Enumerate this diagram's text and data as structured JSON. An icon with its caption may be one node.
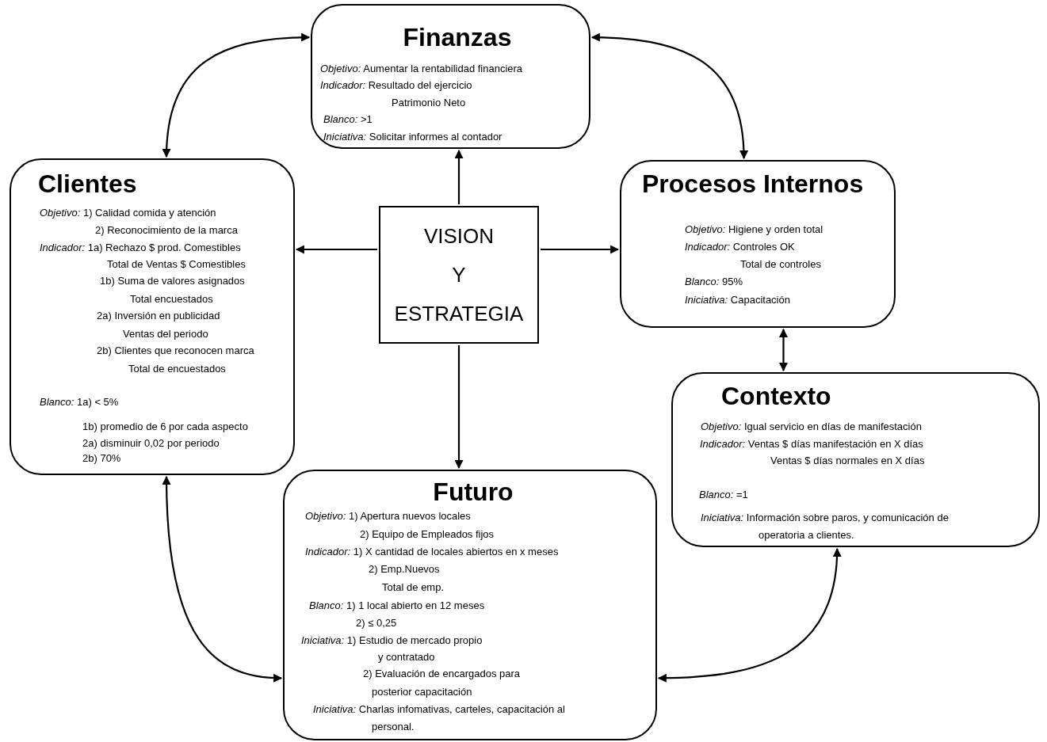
{
  "diagram": {
    "nodes": [
      {
        "text": [
          "Finanzas",
          "*Objetivo:* Aumentar la rentabilidad financiera",
          "*Indicador:* Resultado del ejercicio",
          "Patrimonio Neto",
          "*Blanco:* >1",
          "*Iniciativa:* Solicitar informes al contador"
        ]
      },
      {
        "text": [
          "Clientes",
          "*Objetivo:* 1) Calidad comida y atención",
          "2) Reconocimiento de la marca",
          "*Indicador:* 1a) Rechazo $ prod. Comestibles",
          "Total de Ventas $ Comestibles",
          "1b) Suma de valores asignados",
          "Total encuestados",
          "2a) Inversión en publicidad",
          "Ventas del periodo",
          "2b) Clientes que reconocen marca",
          "Total de encuestados",
          "*Blanco:* 1a) < 5%",
          "1b) promedio de 6 por cada aspecto",
          "2a) disminuir 0,02 por periodo",
          "2b) 70%"
        ]
      },
      {
        "text": [
          "VISION",
          "Y",
          "ESTRATEGIA"
        ]
      },
      {
        "text": [
          "Procesos Internos",
          "*Objetivo:* Higiene y orden total",
          "*Indicador:* Controles OK",
          "Total de controles",
          "*Blanco:* 95%",
          "*Iniciativa:* Capacitación"
        ]
      },
      {
        "text": [
          "Contexto",
          "*Objetivo:* Igual servicio en días de manifestación",
          "*Indicador:* Ventas $ días manifestación en X días",
          "Ventas $ días normales en X días",
          "*Blanco:* =1",
          "*Iniciativa:* Información sobre paros, y comunicación de",
          "operatoria a clientes."
        ]
      },
      {
        "text": [
          "Futuro",
          "*Objetivo:* 1) Apertura nuevos locales",
          "2) Equipo de Empleados fijos",
          "*Indicador:* 1) X cantidad de locales abiertos en x meses",
          "2) Emp.Nuevos",
          "Total de emp.",
          "*Blanco:* 1) 1 local abierto en 12 meses",
          "2) ≤ 0,25",
          "*Iniciativa:* 1) Estudio de mercado propio",
          "y contratado",
          "2) Evaluación de encargados para",
          "posterior capacitación",
          "*Iniciativa:* Charlas infomativas, carteles, capacitación al",
          "personal."
        ]
      }
    ],
    "edges": [
      {
        "from": 2,
        "to": 0,
        "arrow": "to"
      },
      {
        "from": 2,
        "to": 1,
        "arrow": "to"
      },
      {
        "from": 2,
        "to": 3,
        "arrow": "to"
      },
      {
        "from": 2,
        "to": 5,
        "arrow": "to"
      },
      {
        "from": 1,
        "to": 0,
        "arrow": "both"
      },
      {
        "from": 0,
        "to": 3,
        "arrow": "both"
      },
      {
        "from": 3,
        "to": 4,
        "arrow": "both"
      },
      {
        "from": 1,
        "to": 5,
        "arrow": "both"
      },
      {
        "from": 5,
        "to": 4,
        "arrow": "both"
      }
    ]
  }
}
